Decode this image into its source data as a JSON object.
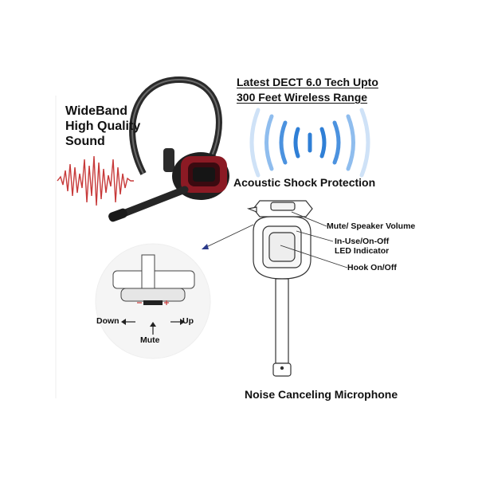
{
  "headings": {
    "wideband": [
      "WideBand",
      "High Quality",
      "Sound"
    ],
    "dect": [
      "Latest DECT 6.0 Tech Upto",
      "300 Feet Wireless Range"
    ],
    "acoustic": "Acoustic Shock Protection",
    "microphone": "Noise Canceling Microphone"
  },
  "callouts": {
    "mute_speaker": "Mute/ Speaker Volume",
    "led": [
      "In-Use/On-Off",
      "LED Indicator"
    ],
    "hook": "Hook On/Off"
  },
  "volume_controls": {
    "down": "Down",
    "up": "Up",
    "mute": "Mute"
  },
  "colors": {
    "waveform": "#c73a3a",
    "signal": "#2f7fd6",
    "earcup": "#8b1a24"
  },
  "icons": [
    "headset-image",
    "sound-wave-icon",
    "wireless-signal-icon",
    "headset-diagram"
  ]
}
